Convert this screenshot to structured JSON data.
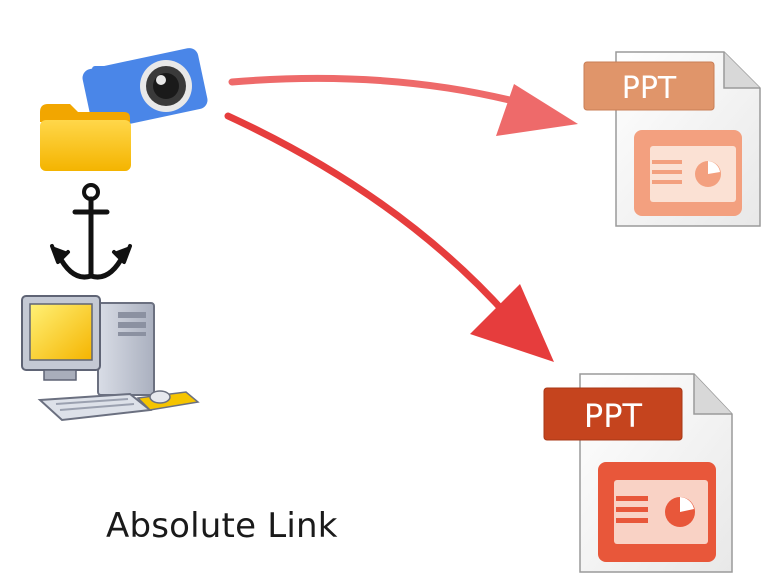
{
  "diagram": {
    "caption": "Absolute Link",
    "documents": [
      {
        "label": "PPT",
        "tag_color": "#e0956a",
        "body_color": "#f3a07f"
      },
      {
        "label": "PPT",
        "tag_color": "#c5441e",
        "body_color": "#e8573a"
      }
    ],
    "arrows": {
      "to_first_doc_color": "#ee6a6a",
      "to_second_doc_color": "#e63d3d"
    },
    "icons": {
      "source": [
        "folder-icon",
        "camera-icon"
      ],
      "link": "anchor-icon",
      "target_machine": "desktop-computer-icon",
      "documents": "powerpoint-file-icon"
    }
  }
}
